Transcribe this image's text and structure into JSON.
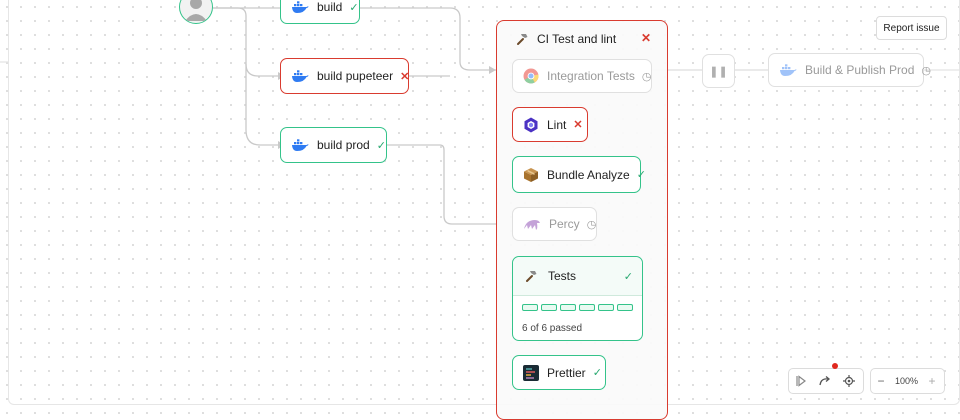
{
  "top_actions": {
    "report_issue_label": "Report issue"
  },
  "build_nodes": [
    {
      "label": "build",
      "status": "success"
    },
    {
      "label": "build pupeteer",
      "status": "failed"
    },
    {
      "label": "build prod",
      "status": "success"
    }
  ],
  "downstream": {
    "integration_label": "Integration Tests",
    "publish_label": "Build & Publish Prod"
  },
  "ci_group": {
    "title": "CI Test and lint",
    "status": "failed",
    "jobs": [
      {
        "label": "Lint",
        "status": "failed"
      },
      {
        "label": "Bundle Analyze",
        "status": "success"
      },
      {
        "label": "Percy",
        "status": "pending"
      }
    ],
    "tests": {
      "label": "Tests",
      "status": "success",
      "passed_text": "6 of 6 passed",
      "passed": 6,
      "total": 6
    },
    "prettier": {
      "label": "Prettier",
      "status": "success"
    }
  },
  "icons": {
    "status_success": "check-icon",
    "status_failed": "cross-icon",
    "status_pending": "clock-icon",
    "docker": "docker-icon",
    "hammer": "hammer-icon",
    "chrome": "chrome-icon",
    "eslint": "eslint-icon",
    "box": "package-icon",
    "percy": "percy-icon",
    "prettier": "prettier-icon",
    "pause": "pause-icon"
  },
  "bottom_toolbar": {
    "zoom_label": "100%"
  },
  "colors": {
    "success": "#34c38a",
    "failed": "#d93b2f",
    "pending": "#e0e0e0",
    "docker": "#2f7bf2"
  }
}
